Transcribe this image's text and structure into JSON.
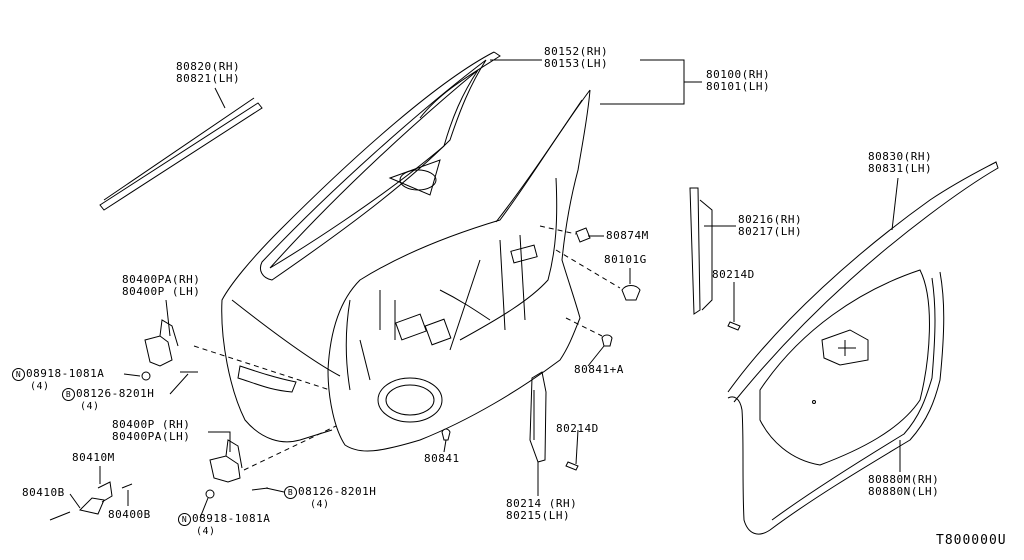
{
  "diagram": {
    "code": "T800000U",
    "parts": [
      {
        "id": "p80820",
        "lines": [
          "80820(RH)",
          "80821(LH)"
        ]
      },
      {
        "id": "p80152",
        "lines": [
          "80152(RH)",
          "80153(LH)"
        ]
      },
      {
        "id": "p80100",
        "lines": [
          "80100(RH)",
          "80101(LH)"
        ]
      },
      {
        "id": "p80874",
        "lines": [
          "80874M"
        ]
      },
      {
        "id": "p80101g",
        "lines": [
          "80101G"
        ]
      },
      {
        "id": "p80216",
        "lines": [
          "80216(RH)",
          "80217(LH)"
        ]
      },
      {
        "id": "p80830",
        "lines": [
          "80830(RH)",
          "80831(LH)"
        ]
      },
      {
        "id": "p80214d-top",
        "lines": [
          "80214D"
        ]
      },
      {
        "id": "p80400pa-top",
        "lines": [
          "80400PA(RH)",
          "80400P (LH)"
        ]
      },
      {
        "id": "p08918-top",
        "symbol": "N",
        "lines": [
          "08918-1081A"
        ],
        "qty": "(4)"
      },
      {
        "id": "p08126-top",
        "symbol": "B",
        "lines": [
          "08126-8201H"
        ],
        "qty": "(4)"
      },
      {
        "id": "p80841a",
        "lines": [
          "80841+A"
        ]
      },
      {
        "id": "p80400p-bot",
        "lines": [
          "80400P (RH)",
          "80400PA(LH)"
        ]
      },
      {
        "id": "p80214d-mid",
        "lines": [
          "80214D"
        ]
      },
      {
        "id": "p80841",
        "lines": [
          "80841"
        ]
      },
      {
        "id": "p80410m",
        "lines": [
          "80410M"
        ]
      },
      {
        "id": "p80410b",
        "lines": [
          "80410B"
        ]
      },
      {
        "id": "p80400b",
        "lines": [
          "80400B"
        ]
      },
      {
        "id": "p08126-bot",
        "symbol": "B",
        "lines": [
          "08126-8201H"
        ],
        "qty": "(4)"
      },
      {
        "id": "p08918-bot",
        "symbol": "N",
        "lines": [
          "08918-1081A"
        ],
        "qty": "(4)"
      },
      {
        "id": "p80214",
        "lines": [
          "80214 (RH)",
          "80215(LH)"
        ]
      },
      {
        "id": "p80880",
        "lines": [
          "80880M(RH)",
          "80880N(LH)"
        ]
      }
    ]
  }
}
